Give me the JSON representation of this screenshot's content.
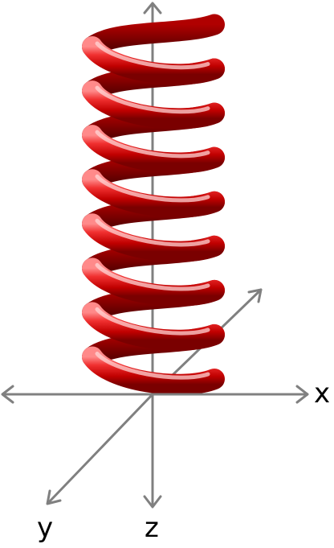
{
  "diagram": {
    "axes": {
      "x_label": "x",
      "y_label": "y",
      "z_label": "z"
    },
    "helix": {
      "color": "#d40000",
      "turns": 8
    },
    "axis_color": "#808080"
  }
}
